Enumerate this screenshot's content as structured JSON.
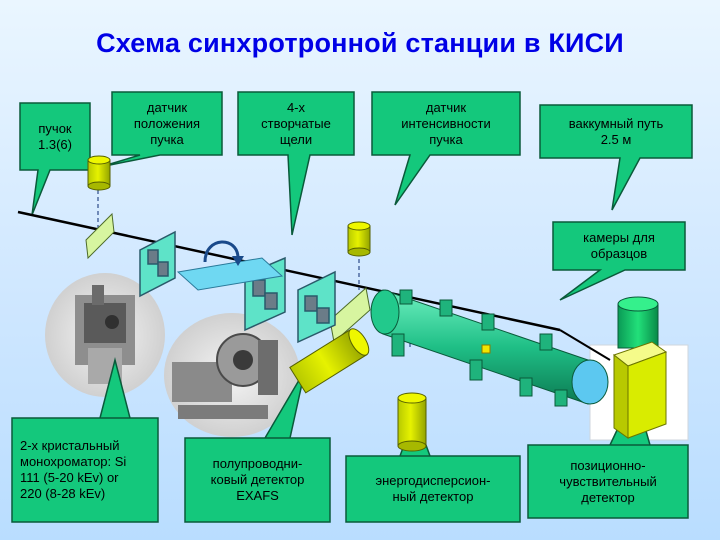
{
  "title": "Схема синхротронной станции в КИСИ",
  "callouts": {
    "beam": "пучок\n1.3(6)",
    "position_sensor": "датчик\nположения\nпучка",
    "slits": "4-х\nстворчатые\nщели",
    "intensity_sensor": "датчик\nинтенсивности\nпучка",
    "vacuum_path": "ваккумный путь\n2.5 м",
    "sample_chambers": "камеры для\nобразцов",
    "monochromator": "2-х кристальный\nмонохроматор: Si\n111 (5-20 kEv) or\n220 (8-28 kEv)",
    "exafs_detector": "полупроводни-\nковый детектор\nEXAFS",
    "energy_dispersive_detector": "энергодисперсион-\nный детектор",
    "position_sensitive_detector": "позиционно-\nчувствительный\nдетектор"
  },
  "colors": {
    "title": "#0000e6",
    "callout_fill": "#14c87c",
    "callout_stroke": "#0a5a3a",
    "device_green": "#29c98a",
    "detector_yellow": "#c9e000",
    "beam_line": "#000000",
    "background": "#d8ecff"
  }
}
